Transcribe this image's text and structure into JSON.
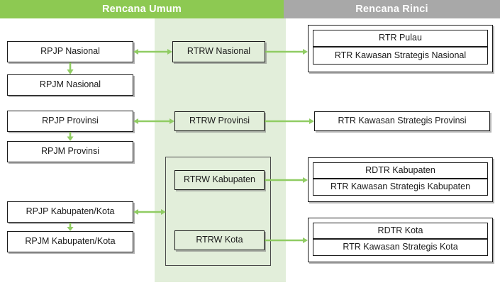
{
  "header": {
    "left_label": "Rencana Umum",
    "right_label": "Rencana Rinci",
    "colors": {
      "left_band": "#8DC952",
      "right_band": "#A8A8A8",
      "tint_column": "#E2EEDA",
      "arrow": "#90CC63",
      "box_border": "#1B1B1B"
    }
  },
  "boxes": {
    "rpjp_nasional": "RPJP Nasional",
    "rpjm_nasional": "RPJM Nasional",
    "rtrw_nasional": "RTRW Nasional",
    "rtr_pulau": "RTR Pulau",
    "rtr_ksn": "RTR Kawasan Strategis Nasional",
    "rpjp_provinsi": "RPJP Provinsi",
    "rpjm_provinsi": "RPJM Provinsi",
    "rtrw_provinsi": "RTRW Provinsi",
    "rtr_ks_provinsi": "RTR Kawasan Strategis Provinsi",
    "rpjp_kabkota": "RPJP Kabupaten/Kota",
    "rpjm_kabkota": "RPJM Kabupaten/Kota",
    "rtrw_kabupaten": "RTRW Kabupaten",
    "rtrw_kota": "RTRW Kota",
    "rdtr_kabupaten": "RDTR Kabupaten",
    "rtr_ks_kabupaten": "RTR Kawasan Strategis Kabupaten",
    "rdtr_kota": "RDTR Kota",
    "rtr_ks_kota": "RTR Kawasan Strategis Kota"
  },
  "arrows": [
    {
      "name": "rpjp-nasional-to-rpjm-nasional",
      "type": "single-down"
    },
    {
      "name": "rpjp-nasional-rtrw-nasional",
      "type": "double-horizontal"
    },
    {
      "name": "rtrw-nasional-to-rtr-pulau-group",
      "type": "single-right"
    },
    {
      "name": "rpjp-provinsi-to-rpjm-provinsi",
      "type": "single-down"
    },
    {
      "name": "rpjp-provinsi-rtrw-provinsi",
      "type": "double-horizontal"
    },
    {
      "name": "rtrw-provinsi-to-rtr-ks-provinsi",
      "type": "single-right"
    },
    {
      "name": "rpjp-kabkota-to-rpjm-kabkota",
      "type": "single-down"
    },
    {
      "name": "rpjp-kabkota-rtrw-region",
      "type": "double-horizontal"
    },
    {
      "name": "rtrw-kabupaten-to-rdtr-kabupaten-group",
      "type": "single-right"
    },
    {
      "name": "rtrw-kota-to-rdtr-kota-group",
      "type": "single-right"
    }
  ]
}
